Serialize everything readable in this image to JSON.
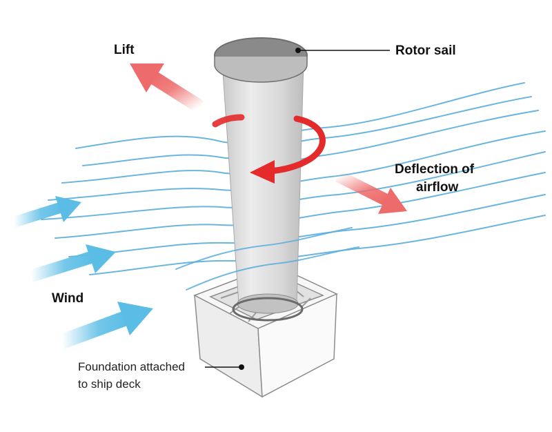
{
  "labels": {
    "lift": "Lift",
    "rotor_sail": "Rotor sail",
    "deflection_line1": "Deflection of",
    "deflection_line2": "airflow",
    "wind": "Wind",
    "foundation_line1": "Foundation attached",
    "foundation_line2": "to ship deck"
  },
  "colors": {
    "wind_arrow": "#5bbde6",
    "airflow_line": "#5aaedc",
    "rotation_arrow": "#e42a2a",
    "lift_arrow": "#ee6b6b",
    "deflection_arrow": "#ee6b6b",
    "cylinder": "#dcdcdc",
    "rotor_top": "#8a8a8a",
    "foundation": "#f3f3f3"
  }
}
